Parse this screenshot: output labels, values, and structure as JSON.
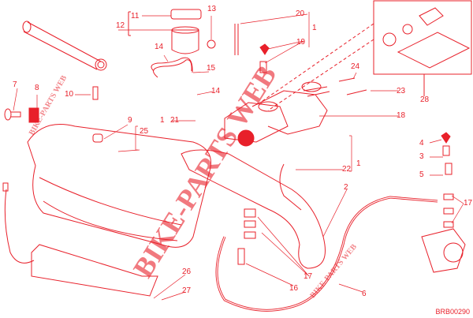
{
  "diagram": {
    "callouts": {
      "c11": "11",
      "c12": "12",
      "c13": "13",
      "c20": "20",
      "c1a": "1",
      "c19": "19",
      "c14a": "14",
      "c15": "15",
      "c14b": "14",
      "c7": "7",
      "c8": "8",
      "c10": "10",
      "c9": "9",
      "c25": "25",
      "c1b": "1",
      "c21": "21",
      "c24": "24",
      "c23": "23",
      "c28": "28",
      "c18": "18",
      "c4": "4",
      "c3": "3",
      "c5": "5",
      "c22": "22",
      "c1c": "1",
      "c2": "2",
      "c17a": "17",
      "c17b": "17",
      "c16": "16",
      "c26": "26",
      "c27": "27",
      "c6": "6"
    },
    "watermark": "BIKE-PARTS WEB",
    "drawing_code": "BRB00290",
    "accent_color": "#e8202a"
  }
}
